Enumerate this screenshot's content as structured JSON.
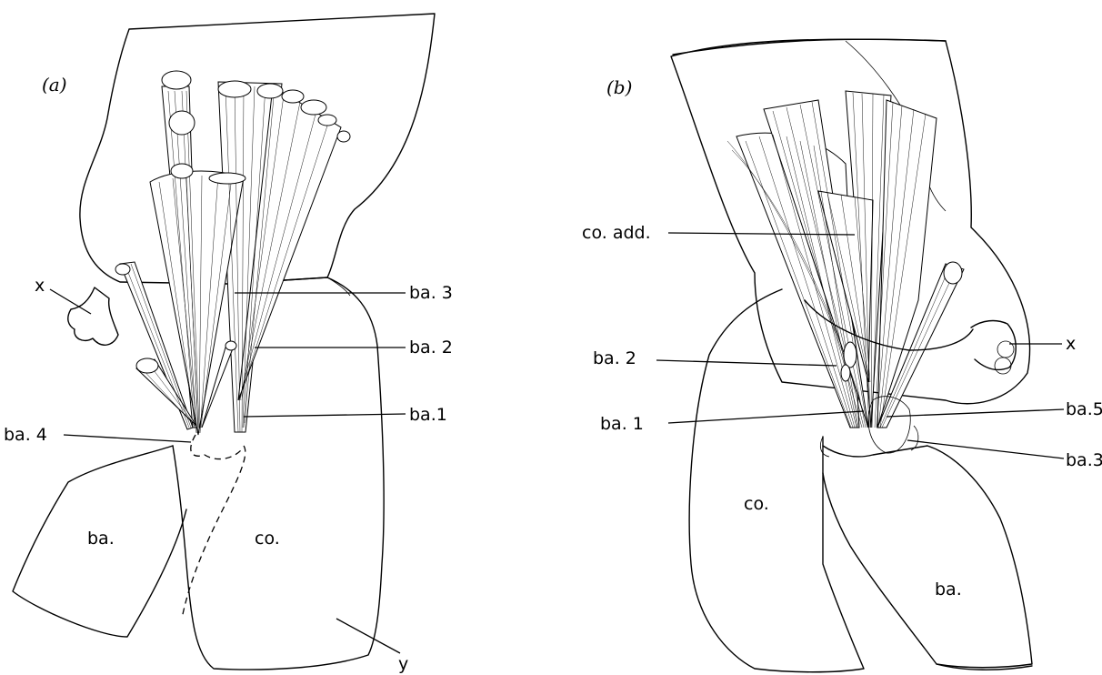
{
  "panel_a": {
    "panel_label": "(a)",
    "labels": {
      "x": "x",
      "ba3": "ba. 3",
      "ba2": "ba. 2",
      "ba1": "ba.1",
      "ba4": "ba. 4",
      "ba": "ba.",
      "co": "co.",
      "y": "y"
    }
  },
  "panel_b": {
    "panel_label": "(b)",
    "labels": {
      "co_add": "co. add.",
      "x": "x",
      "ba2": "ba. 2",
      "ba1": "ba. 1",
      "ba5": "ba.5",
      "ba3": "ba.3",
      "co": "co.",
      "ba": "ba."
    }
  }
}
